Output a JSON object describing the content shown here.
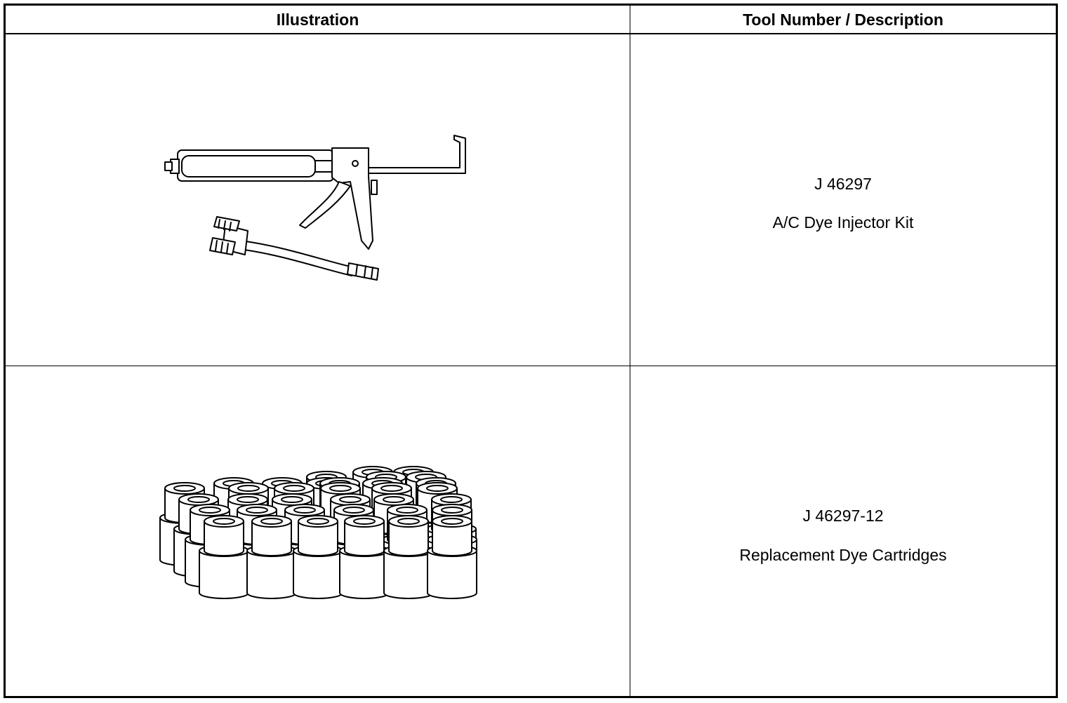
{
  "table": {
    "headers": {
      "illustration": "Illustration",
      "tool": "Tool Number / Description"
    },
    "rows": [
      {
        "tool_number": "J 46297",
        "description": "A/C Dye Injector Kit",
        "illustration_icon": "dye-injector-gun-icon"
      },
      {
        "tool_number": "J 46297-12",
        "description": "Replacement Dye Cartridges",
        "illustration_icon": "dye-cartridges-icon"
      }
    ]
  }
}
